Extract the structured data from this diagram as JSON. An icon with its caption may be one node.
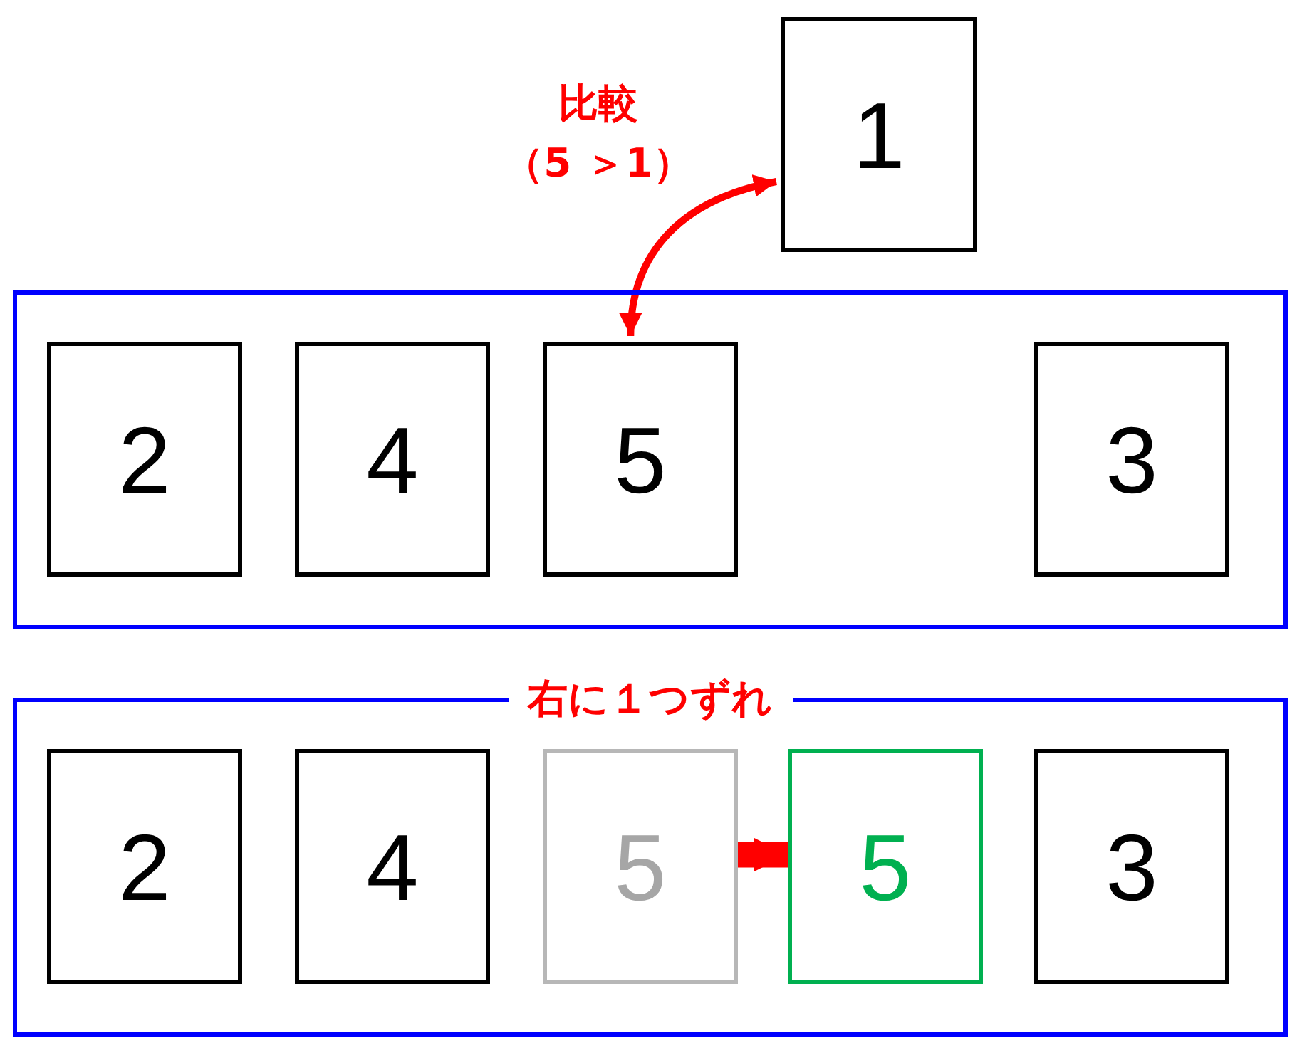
{
  "diagram": {
    "nodes": [
      {
        "text": [
          "1"
        ]
      },
      {
        "text": [],
        "shape": "box"
      },
      {
        "text": [
          "2"
        ],
        "in": 1
      },
      {
        "text": [
          "4"
        ],
        "in": 1
      },
      {
        "text": [
          "5"
        ],
        "in": 1
      },
      {
        "text": [
          "3"
        ],
        "in": 1
      },
      {
        "text": [
          "右に１つずれ"
        ]
      },
      {
        "text": [
          "2"
        ],
        "in": 6
      },
      {
        "text": [
          "4"
        ],
        "in": 6
      },
      {
        "text": [
          "5"
        ],
        "in": 6
      },
      {
        "text": [
          "5"
        ],
        "in": 6
      },
      {
        "text": [
          "3"
        ],
        "in": 6
      }
    ],
    "edges": [
      {
        "from": 0,
        "to": 4,
        "arrow": "both",
        "label": "比較（5 ＞1）"
      },
      {
        "from": 9,
        "to": 10,
        "arrow": "to",
        "style": "thick"
      }
    ]
  }
}
